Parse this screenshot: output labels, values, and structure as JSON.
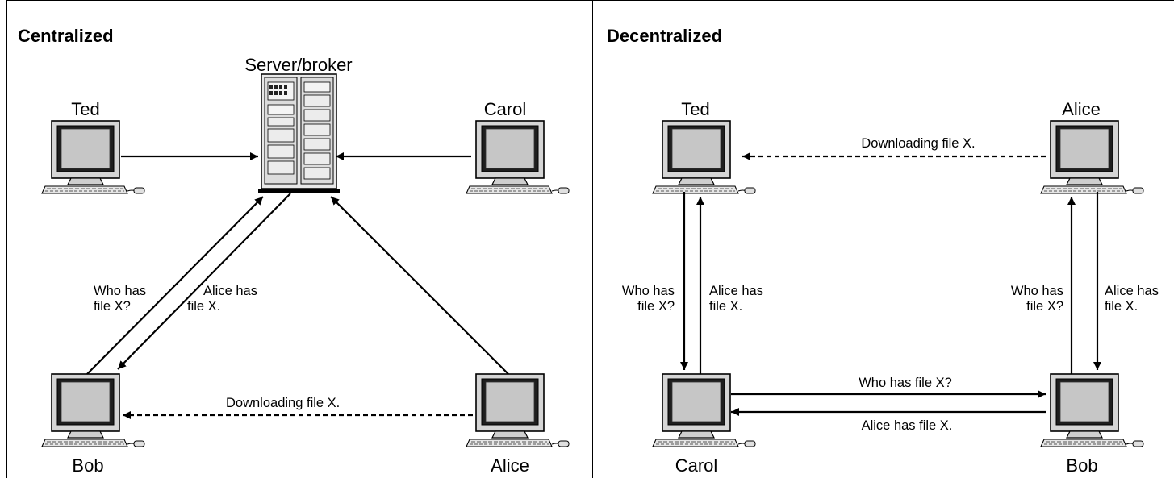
{
  "panels": [
    {
      "title": "Centralized",
      "server_label": "Server/broker",
      "nodes": {
        "top_left": "Ted",
        "top_right": "Carol",
        "bottom_left": "Bob",
        "bottom_right": "Alice"
      },
      "messages": {
        "query": [
          "Who has",
          "file X?"
        ],
        "reply": [
          "Alice has",
          "file X."
        ],
        "download": "Downloading file X."
      }
    },
    {
      "title": "Decentralized",
      "nodes": {
        "top_left": "Ted",
        "top_right": "Alice",
        "bottom_left": "Carol",
        "bottom_right": "Bob"
      },
      "messages": {
        "download": "Downloading file X.",
        "left_query": [
          "Who has",
          "file X?"
        ],
        "left_reply": [
          "Alice has",
          "file X."
        ],
        "right_query": [
          "Who has",
          "file X?"
        ],
        "right_reply": [
          "Alice has",
          "file X."
        ],
        "bottom_query": "Who has file X?",
        "bottom_reply": "Alice has file X."
      }
    }
  ]
}
